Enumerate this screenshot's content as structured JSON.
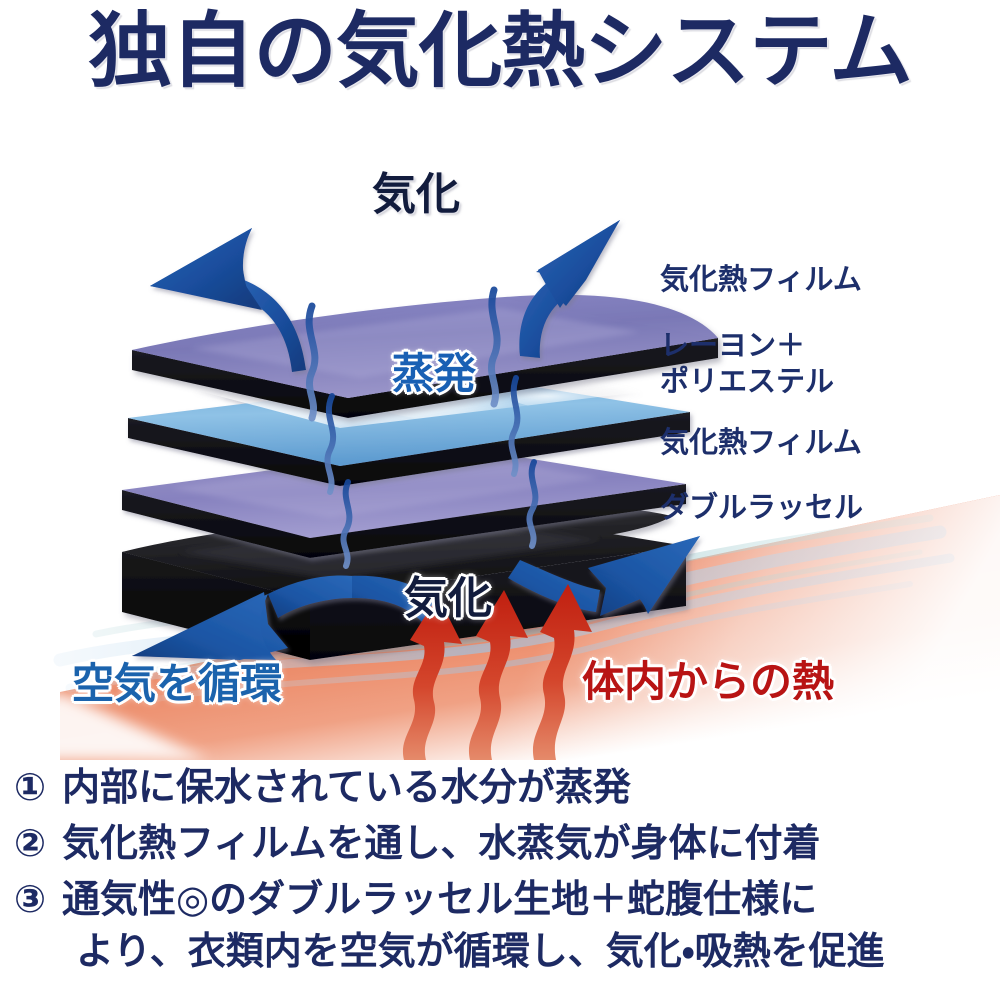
{
  "title": "独自の気化熱システム",
  "diagram": {
    "labels": {
      "vaporize_top": "気化",
      "evaporate": "蒸発",
      "vaporize_bottom": "気化",
      "circulate_air": "空気を循環",
      "body_heat": "体内からの熱"
    },
    "layers": [
      {
        "id": "film-top",
        "label": "気化熱フィルム",
        "color": "#7b78b8"
      },
      {
        "id": "rayon-poly",
        "label": "レーヨン＋\nポリエステル",
        "line1": "レーヨン＋",
        "line2": "ポリエステル",
        "color": "#7fb4e0"
      },
      {
        "id": "film-bottom",
        "label": "気化熱フィルム",
        "color": "#8b85c0"
      },
      {
        "id": "russell",
        "label": "ダブルラッセル",
        "color": "#17171a"
      }
    ]
  },
  "steps": [
    {
      "number": "①",
      "lines": [
        "内部に保水されている水分が蒸発"
      ]
    },
    {
      "number": "②",
      "lines": [
        "気化熱フィルムを通し、水蒸気が身体に付着"
      ]
    },
    {
      "number": "③",
      "lines": [
        "通気性◎のダブルラッセル生地＋蛇腹仕様に",
        "より、衣類内を空気が循環し、気化・吸熱を促進"
      ]
    }
  ],
  "colors": {
    "title_navy": "#1d2a63",
    "text_navy": "#1d2a63",
    "accent_blue": "#1c4f9c",
    "evaporate_blue": "#1960b4",
    "heat_red": "#b81414",
    "arrow_red": "#c62317",
    "film_purple": "#7b78b8",
    "sky_blue": "#7fb4e0",
    "russell_black": "#17171a",
    "warm_orange": "#e8734a",
    "wave_blue": "#a9cde8"
  }
}
